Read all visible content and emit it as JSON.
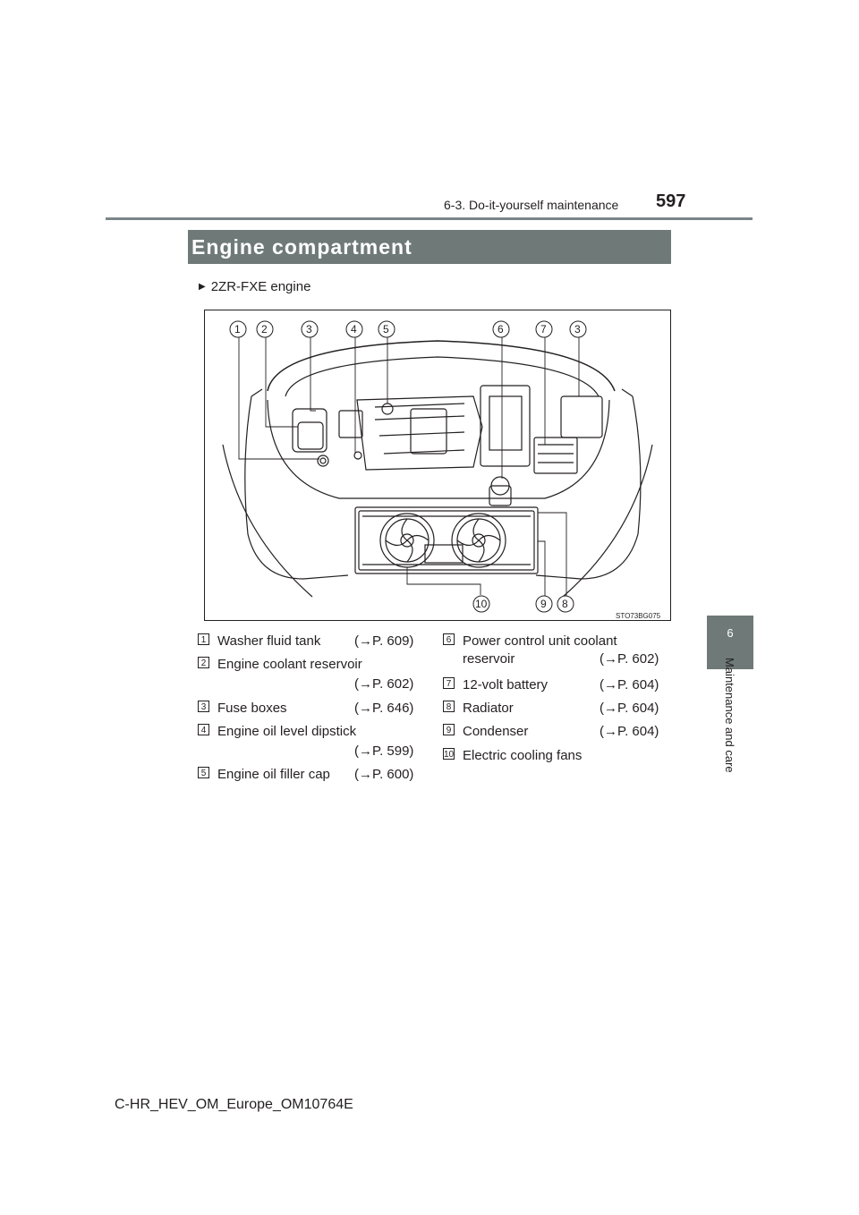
{
  "header": {
    "section": "6-3. Do-it-yourself maintenance",
    "page_number": "597"
  },
  "side_tab": {
    "chapter_number": "6",
    "chapter_title": "Maintenance and care"
  },
  "title": "Engine compartment",
  "subheading": "2ZR-FXE engine",
  "figure": {
    "code": "STO73BG075",
    "callouts_top": [
      "1",
      "2",
      "3",
      "4",
      "5",
      "6",
      "7",
      "3"
    ],
    "callouts_bottom": [
      "10",
      "9",
      "8"
    ]
  },
  "legend": {
    "left": [
      {
        "num": "1",
        "line1": "Washer fluid tank",
        "line2": "",
        "ref": "(→P. 609)"
      },
      {
        "num": "2",
        "line1": "Engine coolant reservoir",
        "line2": "",
        "ref": "(→P. 602)"
      },
      {
        "num": "3",
        "line1": "Fuse boxes",
        "line2": "",
        "ref": "(→P. 646)"
      },
      {
        "num": "4",
        "line1": "Engine oil level dipstick",
        "line2": "",
        "ref": "(→P. 599)"
      },
      {
        "num": "5",
        "line1": "Engine oil filler cap",
        "line2": "",
        "ref": "(→P. 600)"
      }
    ],
    "right": [
      {
        "num": "6",
        "line1": "Power control unit coolant",
        "line2": "reservoir",
        "ref": "(→P. 602)"
      },
      {
        "num": "7",
        "line1": "12-volt battery",
        "line2": "",
        "ref": "(→P. 604)"
      },
      {
        "num": "8",
        "line1": "Radiator",
        "line2": "",
        "ref": "(→P. 604)"
      },
      {
        "num": "9",
        "line1": "Condenser",
        "line2": "",
        "ref": "(→P. 604)"
      },
      {
        "num": "10",
        "line1": "Electric cooling fans",
        "line2": "",
        "ref": ""
      }
    ]
  },
  "footer": "C-HR_HEV_OM_Europe_OM10764E"
}
